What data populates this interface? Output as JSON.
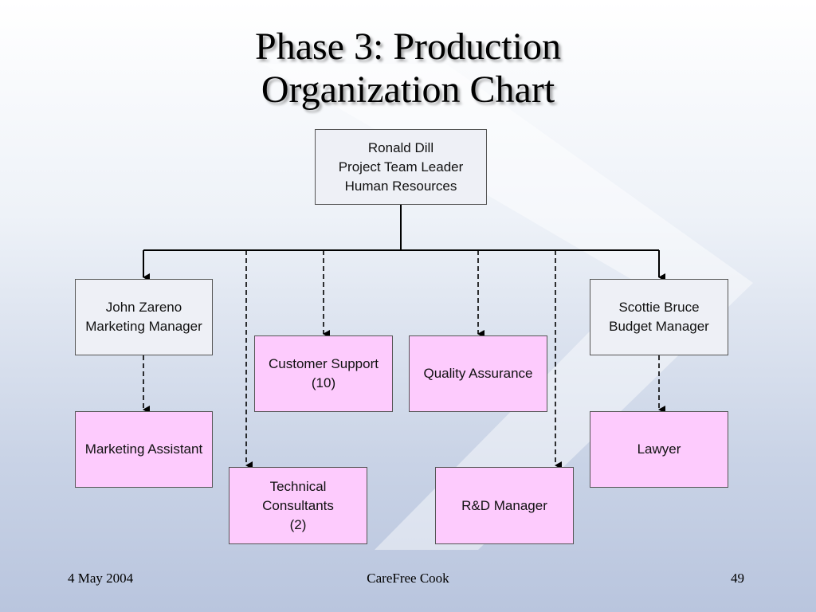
{
  "title": {
    "line1": "Phase 3: Production",
    "line2": "Organization Chart"
  },
  "nodes": {
    "ronald": {
      "lines": [
        "Ronald Dill",
        "Project Team Leader",
        "Human Resources"
      ]
    },
    "john": {
      "lines": [
        "John Zareno",
        "Marketing Manager"
      ]
    },
    "scottie": {
      "lines": [
        "Scottie Bruce",
        "Budget Manager"
      ]
    },
    "customer_support": {
      "lines": [
        "Customer Support",
        "(10)"
      ]
    },
    "quality_assurance": {
      "lines": [
        "Quality Assurance"
      ]
    },
    "marketing_assistant": {
      "lines": [
        "Marketing Assistant"
      ]
    },
    "lawyer": {
      "lines": [
        "Lawyer"
      ]
    },
    "technical_consultants": {
      "lines": [
        "Technical",
        "Consultants",
        "(2)"
      ]
    },
    "rd_manager": {
      "lines": [
        "R&D Manager"
      ]
    }
  },
  "footer": {
    "date": "4 May 2004",
    "center": "CareFree Cook",
    "page": "49"
  },
  "colors": {
    "manager_fill": "#eef0f6",
    "staff_fill": "#fdcbfd",
    "line": "#000000"
  }
}
